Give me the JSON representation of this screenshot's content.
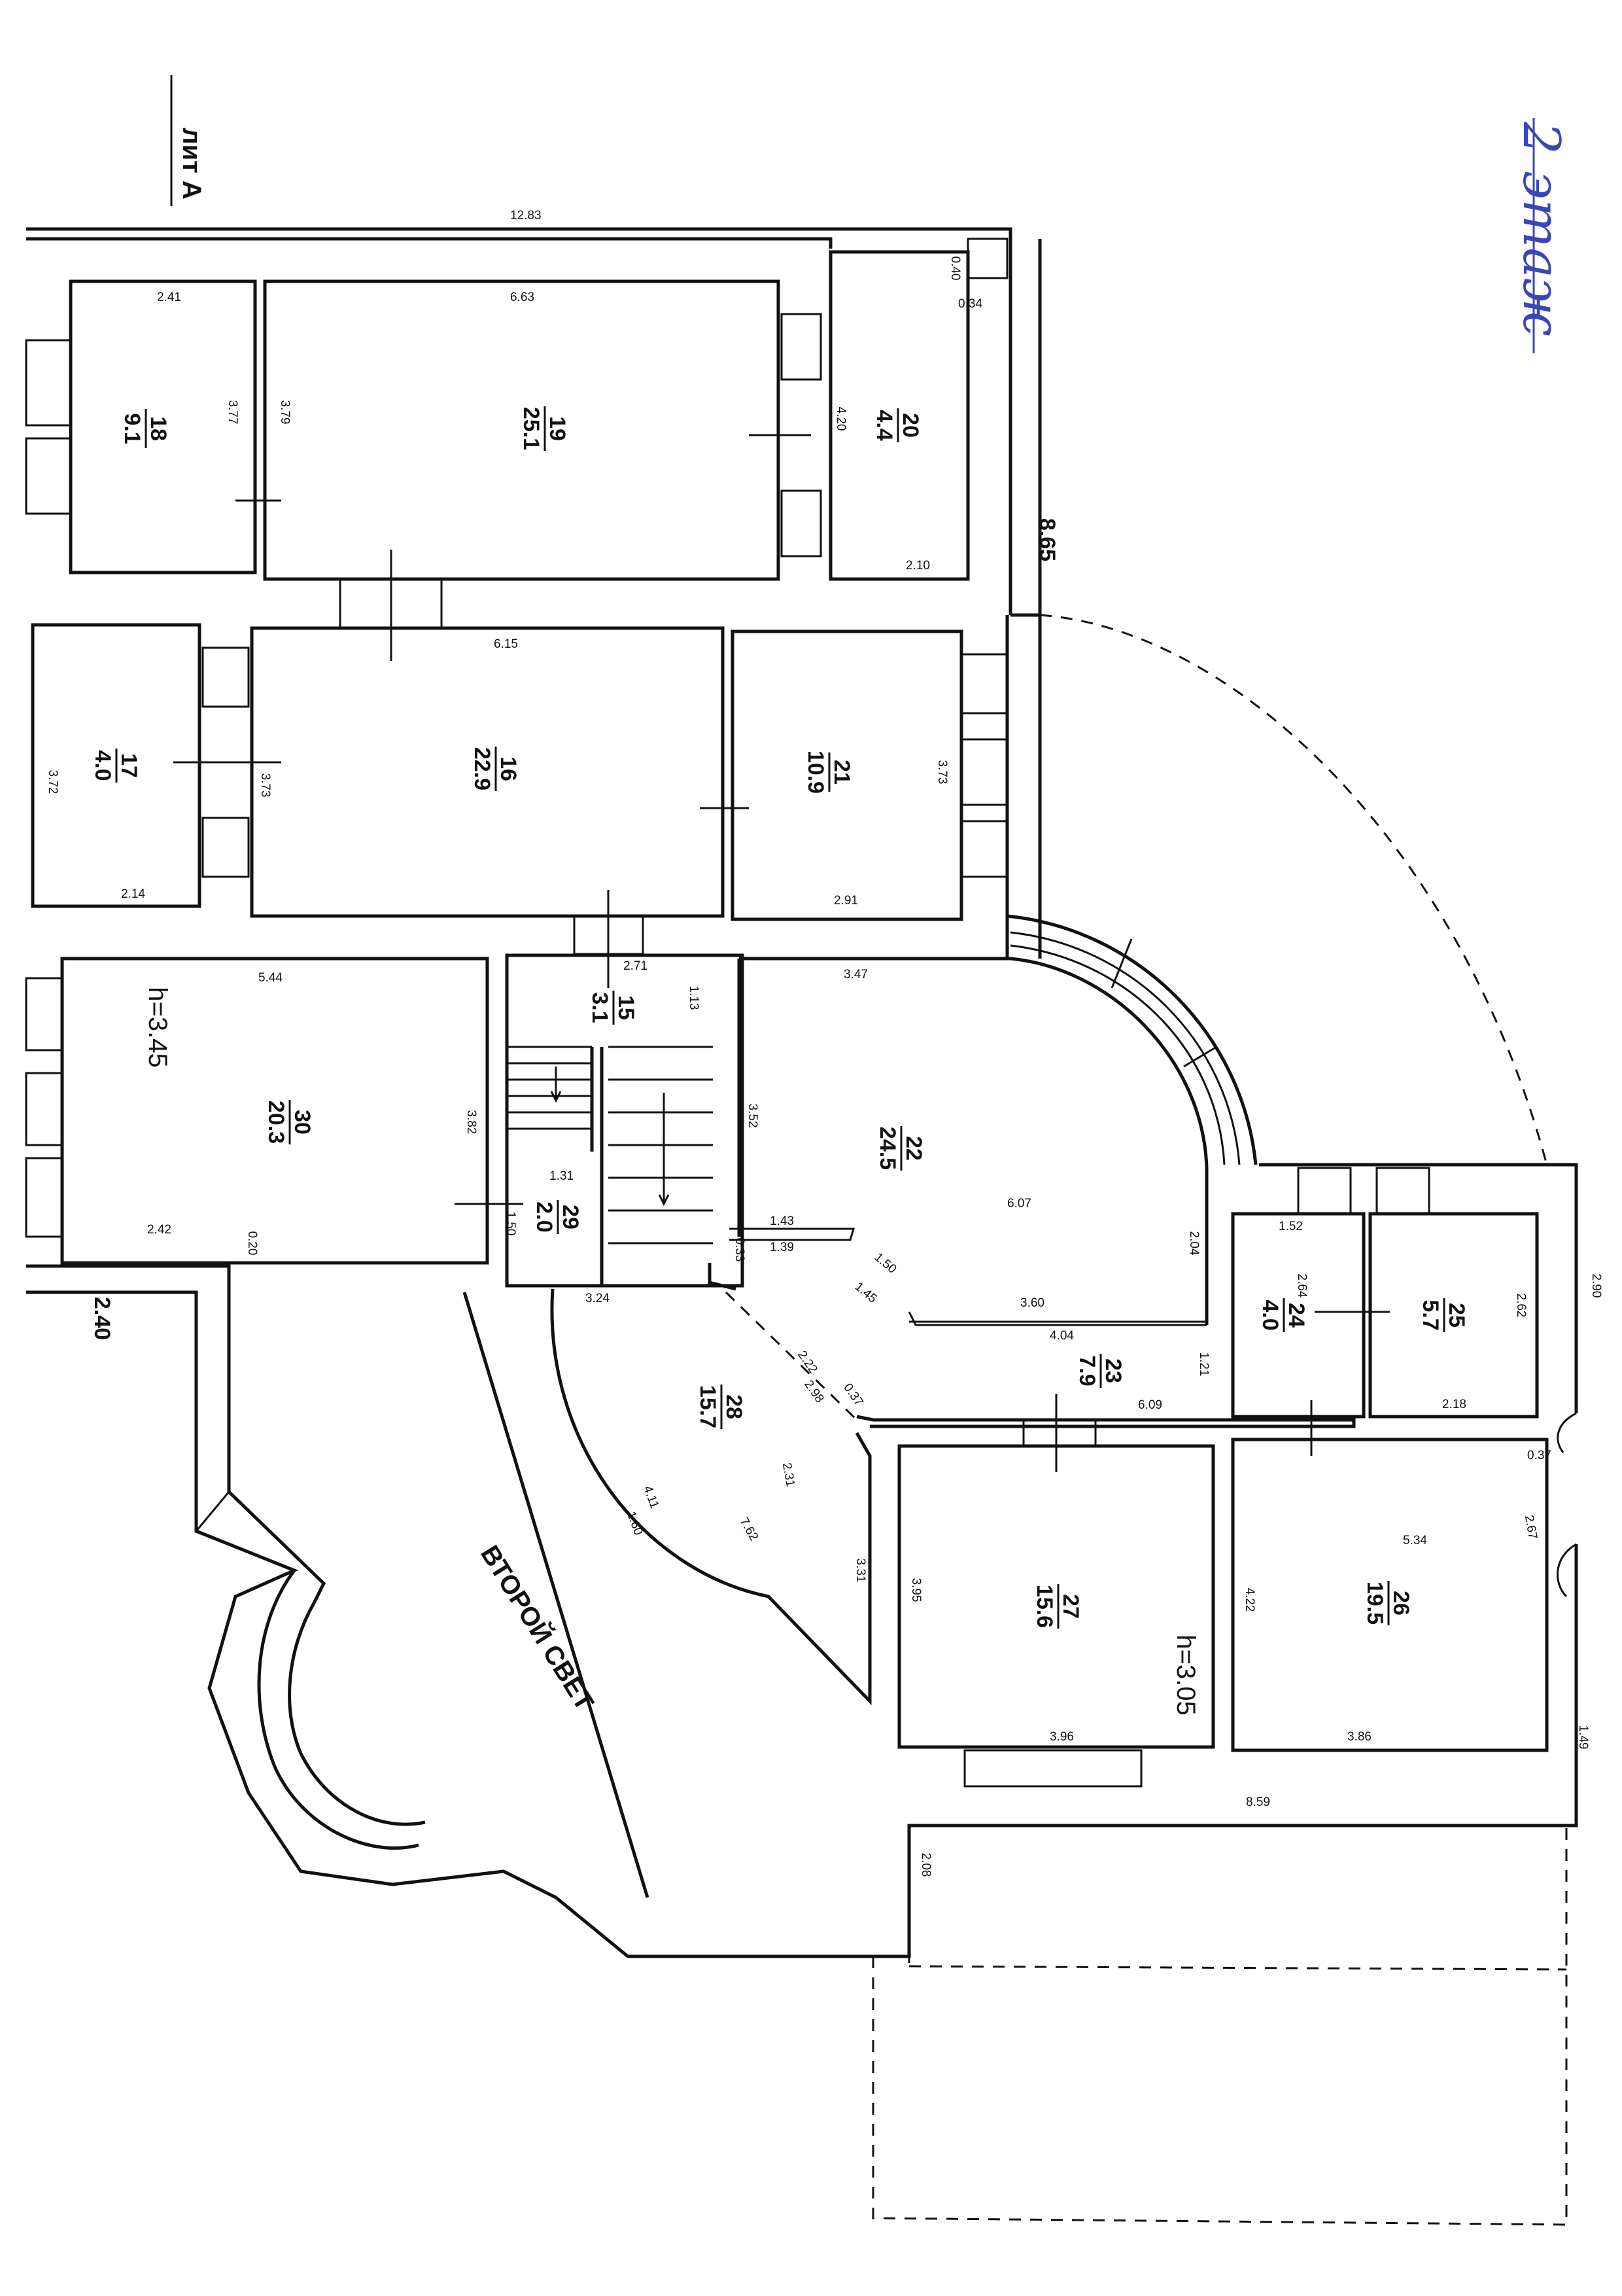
{
  "header": {
    "liter": "лит А",
    "floor_note": "2 этаж"
  },
  "colors": {
    "lines": "#111111",
    "paper": "#ffffff",
    "handwriting": "#3a46b8"
  },
  "rooms": [
    {
      "id": "r18",
      "number": "18",
      "area": "9.1"
    },
    {
      "id": "r19",
      "number": "19",
      "area": "25.1"
    },
    {
      "id": "r20",
      "number": "20",
      "area": "4.4"
    },
    {
      "id": "r17",
      "number": "17",
      "area": "4.0"
    },
    {
      "id": "r16",
      "number": "16",
      "area": "22.9"
    },
    {
      "id": "r21",
      "number": "21",
      "area": "10.9"
    },
    {
      "id": "r30",
      "number": "30",
      "area": "20.3"
    },
    {
      "id": "r15",
      "number": "15",
      "area": "3.1"
    },
    {
      "id": "r22",
      "number": "22",
      "area": "24.5"
    },
    {
      "id": "r29",
      "number": "29",
      "area": "2.0"
    },
    {
      "id": "r28",
      "number": "28",
      "area": "15.7"
    },
    {
      "id": "r23",
      "number": "23",
      "area": "7.9"
    },
    {
      "id": "r24",
      "number": "24",
      "area": "4.0"
    },
    {
      "id": "r25",
      "number": "25",
      "area": "5.7"
    },
    {
      "id": "r27",
      "number": "27",
      "area": "15.6"
    },
    {
      "id": "r26",
      "number": "26",
      "area": "19.5"
    }
  ],
  "labels": {
    "second_light": "ВТОРОЙ СВЕТ",
    "height_a": "h=3.45",
    "height_b": "h=3.05"
  },
  "dimensions": {
    "d1283": "12.83",
    "d865": "8.65",
    "d240": "2.40",
    "d859": "8.59",
    "d241": "2.41",
    "d377": "3.77",
    "d379": "3.79",
    "d663": "6.63",
    "d420": "4.20",
    "d040": "0.40",
    "d034": "0.34",
    "d210": "2.10",
    "d615": "6.15",
    "d372": "3.72",
    "d373": "3.73",
    "d214": "2.14",
    "d373b": "3.73",
    "d291": "2.91",
    "d544": "5.44",
    "d382": "3.82",
    "d242": "2.42",
    "d020": "0.20",
    "d150": "1.50",
    "d271": "2.71",
    "d113": "1.13",
    "d131": "1.31",
    "d324": "3.24",
    "d347": "3.47",
    "d352": "3.52",
    "d607": "6.07",
    "d143": "1.43",
    "d139": "1.39",
    "d033": "0.33",
    "d150b": "1.50",
    "d145": "1.45",
    "d360": "3.60",
    "d204": "2.04",
    "d404": "4.04",
    "d152": "1.52",
    "d264": "2.64",
    "d262": "2.62",
    "d290": "2.90",
    "d121": "1.21",
    "d218": "2.18",
    "d609": "6.09",
    "d037": "0.37",
    "d222": "2.22",
    "d298": "2.98",
    "d037b": "0.37",
    "d231": "2.31",
    "d411": "4.11",
    "d160": "1.60",
    "d762": "7.62",
    "d331": "3.31",
    "d395": "3.95",
    "d396": "3.96",
    "d534": "5.34",
    "d267": "2.67",
    "d422": "4.22",
    "d386": "3.86",
    "d149": "1.49",
    "d208": "2.08"
  }
}
